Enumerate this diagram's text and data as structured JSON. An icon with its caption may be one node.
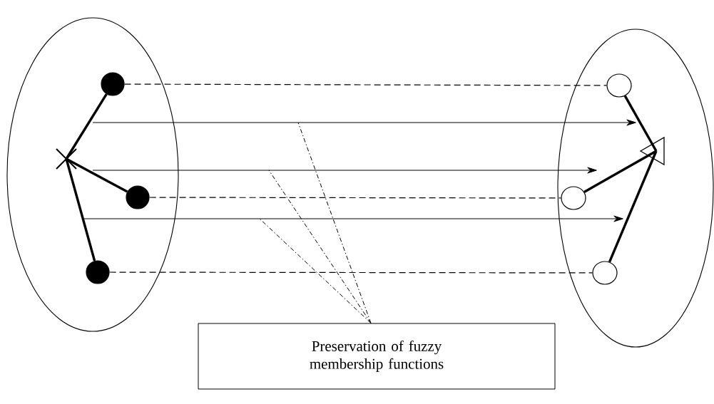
{
  "diagram": {
    "nodes": [
      {
        "text": [],
        "shape": "ellipse"
      },
      {
        "text": [],
        "shape": "ellipse"
      },
      {
        "text": [],
        "shape": "cross",
        "in": 0
      },
      {
        "text": [],
        "shape": "circle",
        "in": 0
      },
      {
        "text": [],
        "shape": "circle",
        "in": 0
      },
      {
        "text": [],
        "shape": "circle",
        "in": 0
      },
      {
        "text": [],
        "shape": "triangle",
        "in": 1
      },
      {
        "text": [],
        "shape": "circle",
        "in": 1
      },
      {
        "text": [],
        "shape": "circle",
        "in": 1
      },
      {
        "text": [],
        "shape": "circle",
        "in": 1
      },
      {
        "text": [
          "Preservation of fuzzy membership functions"
        ]
      }
    ],
    "edges": [
      {
        "from": 2,
        "to": 3,
        "arrow": "none",
        "style": "thick"
      },
      {
        "from": 2,
        "to": 4,
        "arrow": "none",
        "style": "thick"
      },
      {
        "from": 2,
        "to": 5,
        "arrow": "none",
        "style": "thick"
      },
      {
        "from": 6,
        "to": 7,
        "arrow": "none",
        "style": "thick"
      },
      {
        "from": 6,
        "to": 8,
        "arrow": "none",
        "style": "thick"
      },
      {
        "from": 6,
        "to": 9,
        "arrow": "none",
        "style": "thick"
      },
      {
        "from": 3,
        "to": 7,
        "arrow": "none",
        "style": "dashed"
      },
      {
        "from": 4,
        "to": 8,
        "arrow": "none",
        "style": "dashed"
      },
      {
        "from": 5,
        "to": 9,
        "arrow": "none",
        "style": "dashed"
      },
      {
        "from": 10,
        "to": null,
        "arrow": "none",
        "style": "dashed"
      },
      {
        "from": 10,
        "to": null,
        "arrow": "none",
        "style": "dashed"
      },
      {
        "from": 10,
        "to": null,
        "arrow": "none",
        "style": "dashed"
      }
    ]
  }
}
